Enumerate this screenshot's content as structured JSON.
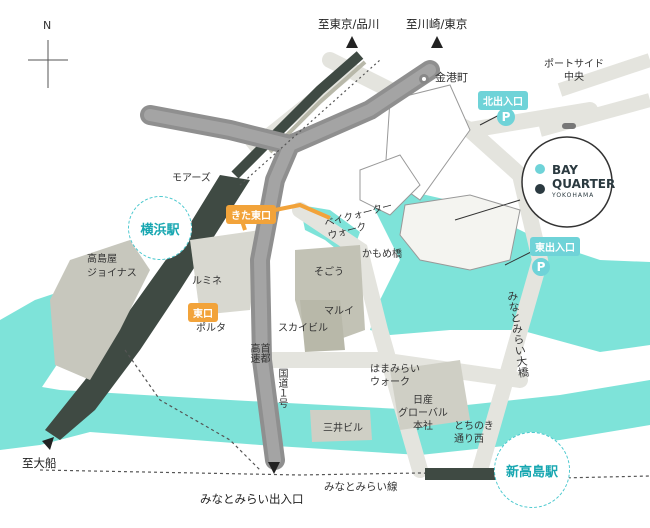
{
  "colors": {
    "water": "#7ee3d9",
    "land_light": "#e6e6e2",
    "land_mid": "#c7c7bd",
    "building": "#b8b8a9",
    "building_dark": "#3f4a43",
    "expressway": "#8f8f8f",
    "accent_cyan": "#4cc9cf",
    "accent_orange": "#f2a33a",
    "brand_dark": "#2b3a40"
  },
  "compass": {
    "north": "N"
  },
  "destinations": {
    "top_left": "至東京/品川",
    "top_right": "至川崎/東京",
    "bottom_left": "至大船",
    "bottom_center": "みなとみらい出入口"
  },
  "stations": {
    "yokohama": "横浜駅",
    "shin_takashima": "新高島駅",
    "kanagawa": "金港町",
    "portside": "ポートサイド\n中央"
  },
  "exits": {
    "kita_higashi": "きた東口",
    "higashi": "東口",
    "north_entrance": "北出入口",
    "east_entrance": "東出入口",
    "parking": "P"
  },
  "landmarks": {
    "moazu": "モアーズ",
    "takashimaya": "高島屋\nジョイナス",
    "lumine": "ルミネ",
    "porta": "ポルタ",
    "sogo": "そごう",
    "marui": "マルイ",
    "sky_building": "スカイビル",
    "bay_quarter_walk": "ベイクォーター\nウォーク",
    "kamome_bridge": "かもめ橋",
    "hamamirai_walk": "はまみらい\nウォーク",
    "nissan": "日産\nグローバル\n本社",
    "tochinoki": "とちのき\n通り西",
    "mitsui": "三井ビル",
    "minatomirai_bridge": "みなとみらい大橋",
    "shuto_expressway": "首都\n高速",
    "route1": "国道１号",
    "minatomirai_line": "みなとみらい線"
  },
  "brand": {
    "name_line1": "BAY",
    "name_line2": "QUARTER",
    "sub": "YOKOHAMA"
  }
}
